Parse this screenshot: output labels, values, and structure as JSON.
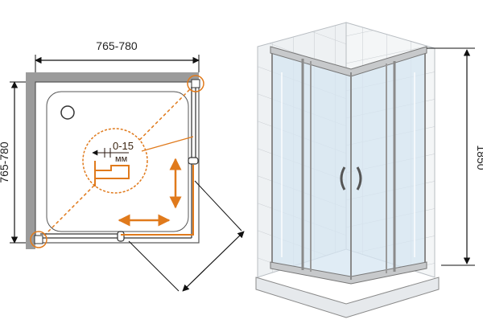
{
  "plan": {
    "width_label": "765-780",
    "depth_label": "765-780",
    "adjust_label": "0-15",
    "unit_label": "мм"
  },
  "elevation": {
    "height_label": "1850"
  },
  "colors": {
    "orange": "#e07a1c",
    "wall_gray": "#9b9b9b",
    "glass_blue": "#d6e6f2",
    "frame": "#8a8a8a",
    "tile_line": "#c9cdd1"
  }
}
